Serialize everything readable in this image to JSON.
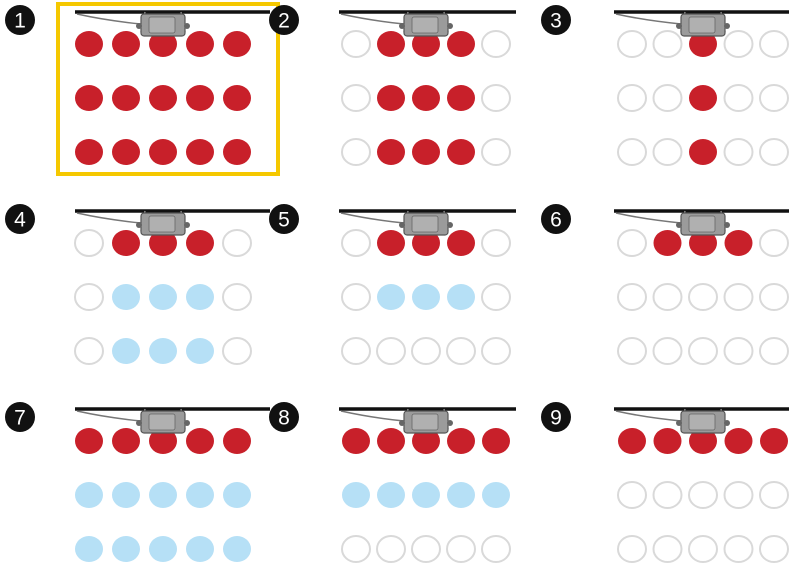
{
  "colors": {
    "on": "#c8202a",
    "dim": "#b6e0f6",
    "off_stroke": "#d9d9d9",
    "highlight": "#f5c800",
    "badge": "#111111",
    "rail": "#111111",
    "camera": "#9b9b9b"
  },
  "panels": [
    {
      "number": "1",
      "highlighted": true,
      "rows": [
        [
          "on",
          "on",
          "on",
          "on",
          "on"
        ],
        [
          "on",
          "on",
          "on",
          "on",
          "on"
        ],
        [
          "on",
          "on",
          "on",
          "on",
          "on"
        ]
      ]
    },
    {
      "number": "2",
      "highlighted": false,
      "rows": [
        [
          "off",
          "on",
          "on",
          "on",
          "off"
        ],
        [
          "off",
          "on",
          "on",
          "on",
          "off"
        ],
        [
          "off",
          "on",
          "on",
          "on",
          "off"
        ]
      ]
    },
    {
      "number": "3",
      "highlighted": false,
      "rows": [
        [
          "off",
          "off",
          "on",
          "off",
          "off"
        ],
        [
          "off",
          "off",
          "on",
          "off",
          "off"
        ],
        [
          "off",
          "off",
          "on",
          "off",
          "off"
        ]
      ]
    },
    {
      "number": "4",
      "highlighted": false,
      "rows": [
        [
          "off",
          "on",
          "on",
          "on",
          "off"
        ],
        [
          "off",
          "dim",
          "dim",
          "dim",
          "off"
        ],
        [
          "off",
          "dim",
          "dim",
          "dim",
          "off"
        ]
      ]
    },
    {
      "number": "5",
      "highlighted": false,
      "rows": [
        [
          "off",
          "on",
          "on",
          "on",
          "off"
        ],
        [
          "off",
          "dim",
          "dim",
          "dim",
          "off"
        ],
        [
          "off",
          "off",
          "off",
          "off",
          "off"
        ]
      ]
    },
    {
      "number": "6",
      "highlighted": false,
      "rows": [
        [
          "off",
          "on",
          "on",
          "on",
          "off"
        ],
        [
          "off",
          "off",
          "off",
          "off",
          "off"
        ],
        [
          "off",
          "off",
          "off",
          "off",
          "off"
        ]
      ]
    },
    {
      "number": "7",
      "highlighted": false,
      "rows": [
        [
          "on",
          "on",
          "on",
          "on",
          "on"
        ],
        [
          "dim",
          "dim",
          "dim",
          "dim",
          "dim"
        ],
        [
          "dim",
          "dim",
          "dim",
          "dim",
          "dim"
        ]
      ]
    },
    {
      "number": "8",
      "highlighted": false,
      "rows": [
        [
          "on",
          "on",
          "on",
          "on",
          "on"
        ],
        [
          "dim",
          "dim",
          "dim",
          "dim",
          "dim"
        ],
        [
          "off",
          "off",
          "off",
          "off",
          "off"
        ]
      ]
    },
    {
      "number": "9",
      "highlighted": false,
      "rows": [
        [
          "on",
          "on",
          "on",
          "on",
          "on"
        ],
        [
          "off",
          "off",
          "off",
          "off",
          "off"
        ],
        [
          "off",
          "off",
          "off",
          "off",
          "off"
        ]
      ]
    }
  ]
}
